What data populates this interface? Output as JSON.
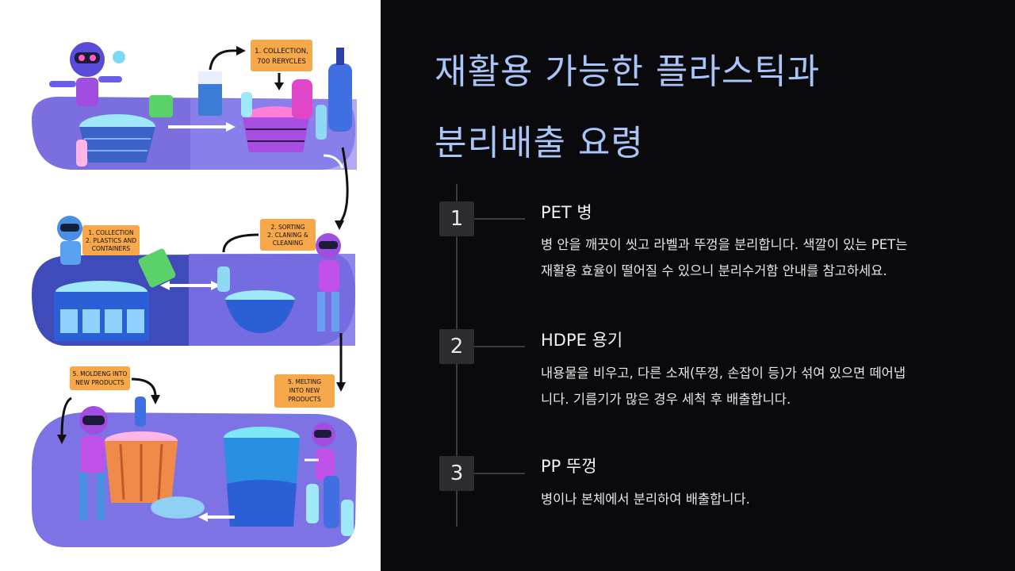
{
  "title": {
    "line1": "재활용 가능한 플라스틱과",
    "line2": "분리배출 요령"
  },
  "illustration": {
    "labels": {
      "top_label_l1": "1. COLLECTION,",
      "top_label_l2": "700 RERYCLES",
      "mid_left_l1": "1. COLLECTION",
      "mid_left_l2": "2. PLASTICS AND",
      "mid_left_l3": "CONTAINERS",
      "mid_right_l1": "2. SORTING",
      "mid_right_l2": "2. CLANING &",
      "mid_right_l3": "CLEANING",
      "bot_left_l1": "5. MOLDENG INTO",
      "bot_left_l2": "NEW PRODUCTS",
      "bot_right_l1": "5. MELTING",
      "bot_right_l2": "INTO NEW",
      "bot_right_l3": "PRODUCTS"
    }
  },
  "steps": [
    {
      "number": "1",
      "title": "PET 병",
      "desc_line1": "병 안을 깨끗이 씻고 라벨과 뚜껑을 분리합니다. 색깔이 있는 PET는",
      "desc_line2": "재활용 효율이 떨어질 수 있으니 분리수거함 안내를 참고하세요."
    },
    {
      "number": "2",
      "title": "HDPE 용기",
      "desc_line1": "내용물을 비우고, 다른 소재(뚜껑, 손잡이 등)가 섞여 있으면 떼어냅",
      "desc_line2": "니다. 기름기가 많은 경우 세척 후 배출합니다."
    },
    {
      "number": "3",
      "title": "PP 뚜껑",
      "desc_line1": "병이나 본체에서 분리하여 배출합니다."
    }
  ],
  "colors": {
    "background": "#0a0a0d",
    "title": "#a9c4f7",
    "step_box": "#2b2b30",
    "label_orange": "#f7a84a",
    "band_purple": "#7b6fe0"
  }
}
